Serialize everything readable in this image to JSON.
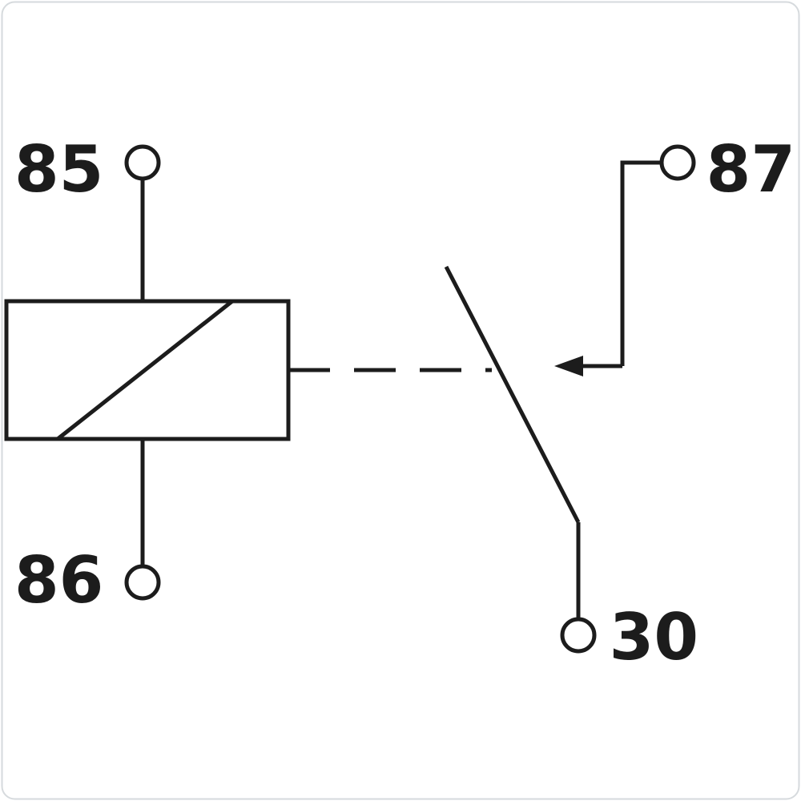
{
  "diagram": {
    "description": "relay-schematic",
    "colors": {
      "line": "#1c1c1c",
      "background": "#ffffff",
      "frame": "#d6dadd"
    },
    "terminals": {
      "coil_top": {
        "label": "85"
      },
      "coil_bottom": {
        "label": "86"
      },
      "no_contact": {
        "label": "87"
      },
      "common": {
        "label": "30"
      }
    }
  }
}
